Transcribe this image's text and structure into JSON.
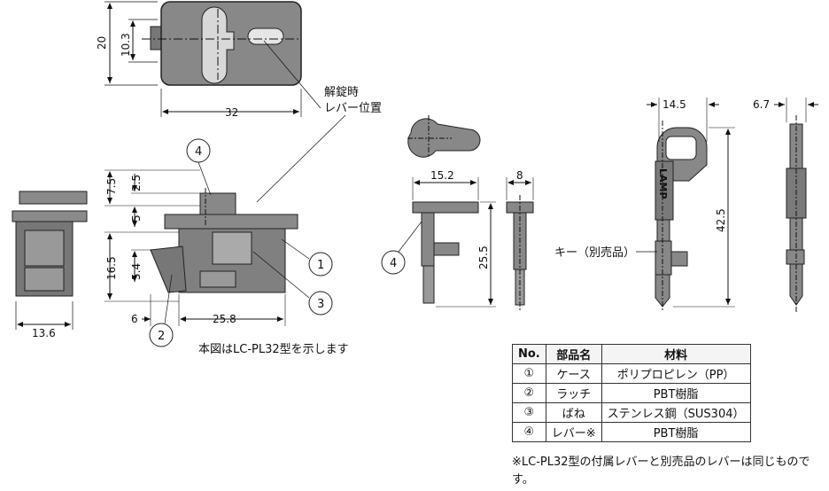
{
  "dimensions": {
    "top_height": "20",
    "top_inner": "10.3",
    "top_width": "32",
    "side_75": "7.5",
    "side_25": "2.5",
    "side_5": "5",
    "side_165": "16.5",
    "side_54": "5.4",
    "side_6": "6",
    "side_258": "25.8",
    "front_136": "13.6",
    "lever_152": "15.2",
    "lever_8": "8",
    "lever_255": "25.5",
    "key_145": "14.5",
    "key_67": "6.7",
    "key_425": "42.5"
  },
  "callouts": {
    "c1": "1",
    "c2": "2",
    "c3": "3",
    "c4_side": "4",
    "c4_lever": "4"
  },
  "labels": {
    "unlock_line1": "解錠時",
    "unlock_line2": "レバー位置",
    "key_label": "キー（別売品）",
    "key_stamp": "LAMP",
    "caption": "本図はLC-PL32型を示します"
  },
  "parts_table": {
    "headers": [
      "No.",
      "部品名",
      "材料"
    ],
    "rows": [
      [
        "①",
        "ケース",
        "ポリプロピレン（PP）"
      ],
      [
        "②",
        "ラッチ",
        "PBT樹脂"
      ],
      [
        "③",
        "ばね",
        "ステンレス鋼（SUS304）"
      ],
      [
        "④",
        "レバー※",
        "PBT樹脂"
      ]
    ]
  },
  "footnote": "※LC-PL32型の付属レバーと別売品のレバーは同じものです。"
}
